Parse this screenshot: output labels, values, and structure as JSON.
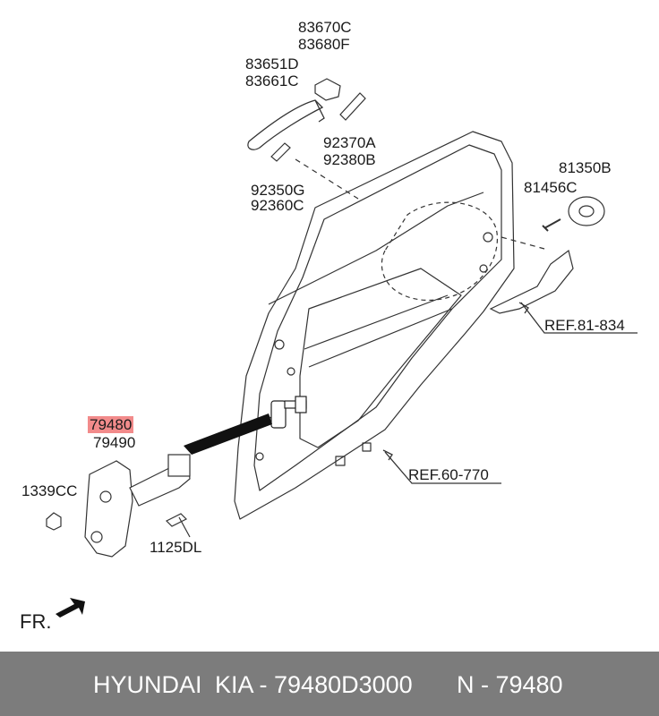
{
  "diagram": {
    "labels": {
      "p83670C": "83670C",
      "p83680F": "83680F",
      "p83651D": "83651D",
      "p83661C": "83661C",
      "p92370A": "92370A",
      "p92380B": "92380B",
      "p92350G": "92350G",
      "p92360C": "92360C",
      "p81350B": "81350B",
      "p81456C": "81456C",
      "ref81834": "REF.81-834",
      "ref60770": "REF.60-770",
      "p79480": "79480",
      "p79490": "79490",
      "p1339CC": "1339CC",
      "p1125DL": "1125DL",
      "fr": "FR."
    },
    "highlight_color": "#f28b8b"
  },
  "footer": {
    "brand": "HYUNDAI",
    "part": "KIA - 79480D3000",
    "ref": "N - 79480",
    "background": "#7c7c7c"
  }
}
